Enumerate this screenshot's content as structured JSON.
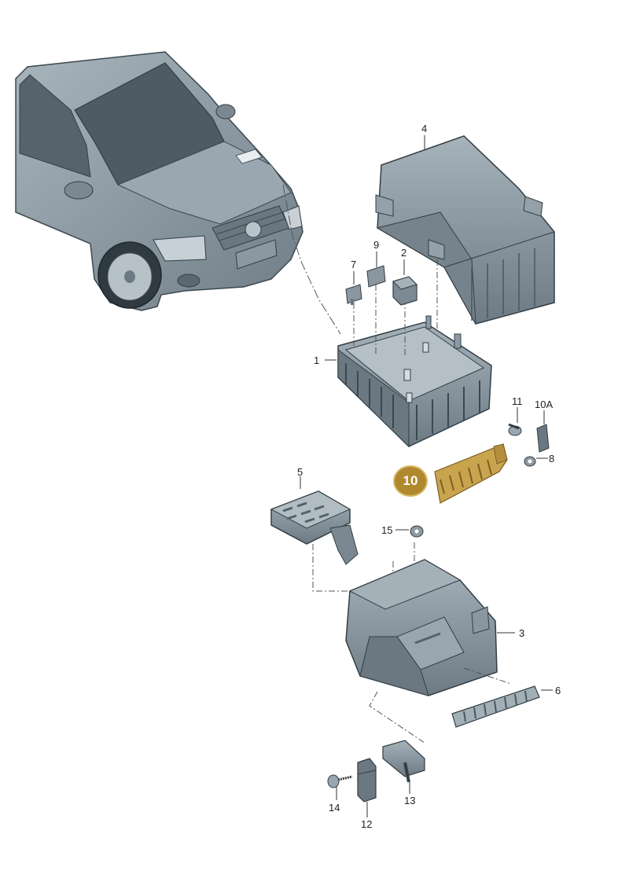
{
  "parts": [
    {
      "id": "p1",
      "label": "1"
    },
    {
      "id": "p2",
      "label": "2"
    },
    {
      "id": "p3",
      "label": "3"
    },
    {
      "id": "p4",
      "label": "4"
    },
    {
      "id": "p5",
      "label": "5"
    },
    {
      "id": "p6",
      "label": "6"
    },
    {
      "id": "p7",
      "label": "7"
    },
    {
      "id": "p8",
      "label": "8"
    },
    {
      "id": "p9",
      "label": "9"
    },
    {
      "id": "p10A",
      "label": "10A"
    },
    {
      "id": "p11",
      "label": "11"
    },
    {
      "id": "p12",
      "label": "12"
    },
    {
      "id": "p13",
      "label": "13"
    },
    {
      "id": "p14",
      "label": "14"
    },
    {
      "id": "p15",
      "label": "15"
    }
  ],
  "highlight": {
    "label": "10",
    "color": "#b0892e"
  },
  "colors": {
    "part_fill": "#7e8c97",
    "part_dark": "#55626c",
    "part_light": "#aab6bf",
    "highlight_part": "#c9a44f"
  }
}
